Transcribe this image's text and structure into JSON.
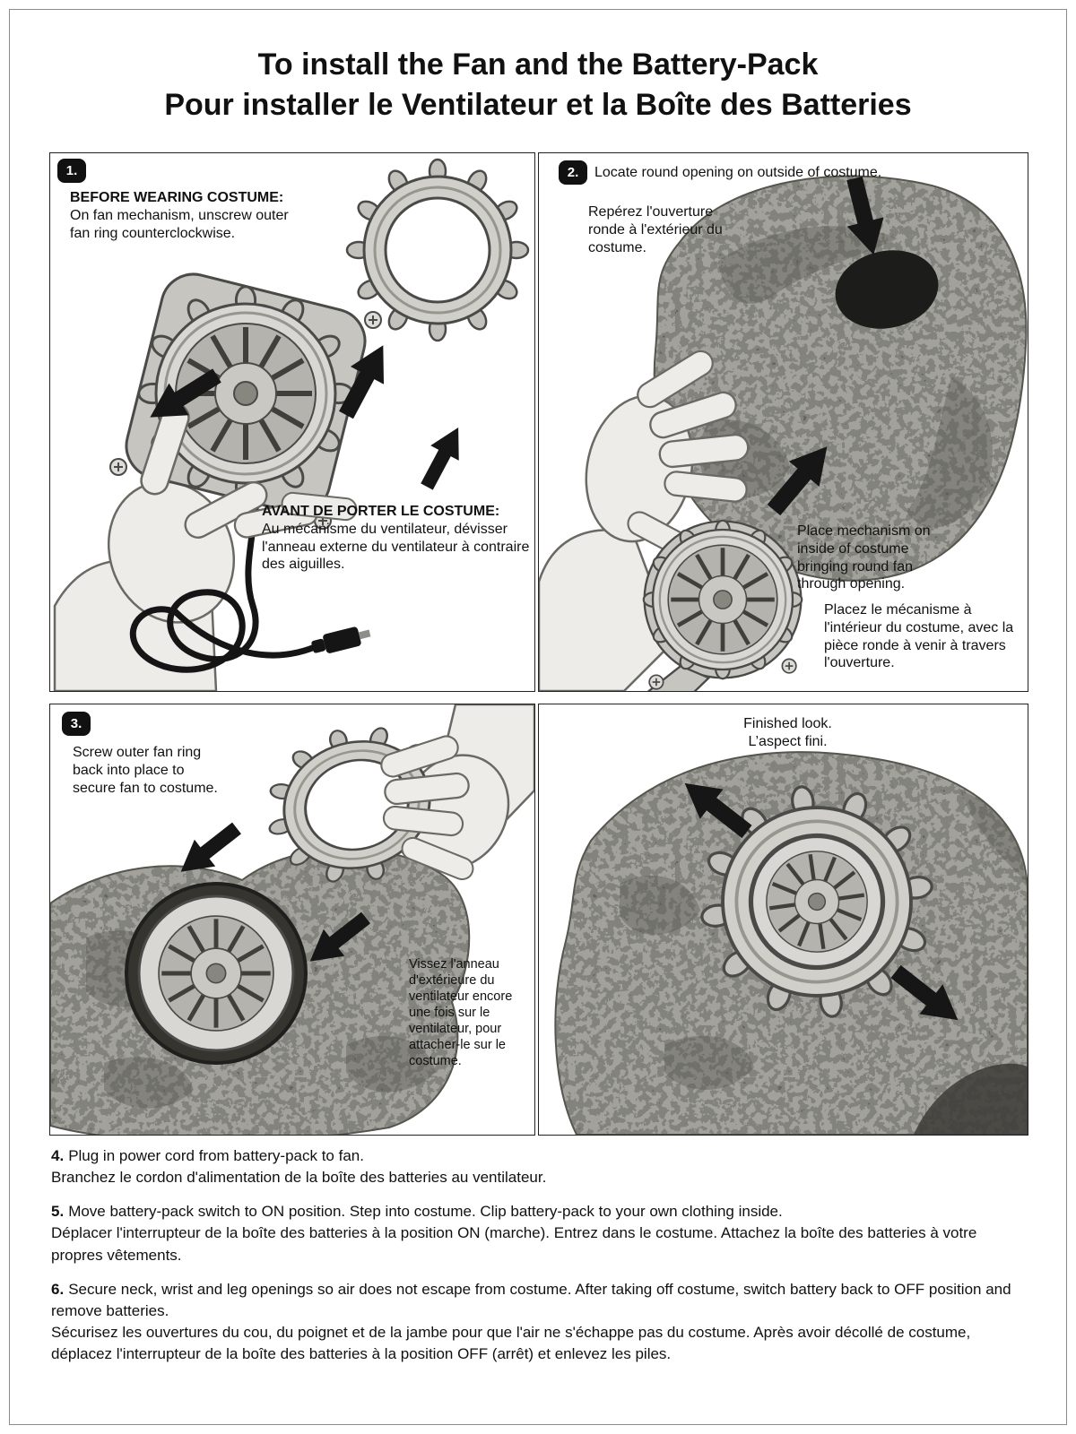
{
  "colors": {
    "paper": "#ffffff",
    "ink": "#111111",
    "fabric_gray": "#a2a19b",
    "badge_bg": "#111111"
  },
  "title": {
    "line1": "To install the Fan and the Battery-Pack",
    "line2": "Pour installer le Ventilateur et la Boîte des Batteries"
  },
  "panels": {
    "step1": {
      "badge": "1.",
      "heading_en": "BEFORE WEARING COSTUME:",
      "body_en": "On fan mechanism, unscrew outer fan ring counterclockwise.",
      "heading_fr": "AVANT DE PORTER LE COSTUME:",
      "body_fr": "Au mécanisme du ventilateur, dévisser l'anneau externe du ventilateur à contraire des aiguilles."
    },
    "step2": {
      "badge": "2.",
      "caption_en": "Locate round opening on outside of costume.",
      "caption_fr": "Repérez l'ouverture ronde à l'extérieur du costume.",
      "place_en": "Place mechanism on inside of costume bringing round fan through opening.",
      "place_fr": "Placez le mécanisme à l'intérieur du costume, avec la pièce ronde à venir à travers l'ouverture."
    },
    "step3": {
      "badge": "3.",
      "caption_en": "Screw outer fan ring back into place to secure fan to costume.",
      "caption_fr": "Vissez l'anneau d'extérieure du ventilateur encore une fois sur le ventilateur, pour attacher-le sur le costume."
    },
    "finished": {
      "caption_en": "Finished look.",
      "caption_fr": "L’aspect fini."
    }
  },
  "steps": [
    {
      "num": "4.",
      "en": "Plug in power cord from battery-pack to fan.",
      "fr": "Branchez le cordon d'alimentation de la boîte des batteries au ventilateur."
    },
    {
      "num": "5.",
      "en": "Move battery-pack switch to ON position. Step into costume. Clip battery-pack to your own clothing inside.",
      "fr": "Déplacer l'interrupteur de la boîte des batteries à la position ON (marche). Entrez dans le costume. Attachez la boîte des batteries à votre propres vêtements."
    },
    {
      "num": "6.",
      "en": "Secure neck, wrist and leg openings so air does not escape from costume. After taking off costume, switch battery back to OFF position and remove batteries.",
      "fr": "Sécurisez les ouvertures du cou, du poignet et de la jambe pour que l'air ne s'échappe pas du costume. Après avoir décollé de costume, déplacez l'interrupteur de la boîte des batteries à la position OFF (arrêt) et enlevez les piles."
    }
  ]
}
